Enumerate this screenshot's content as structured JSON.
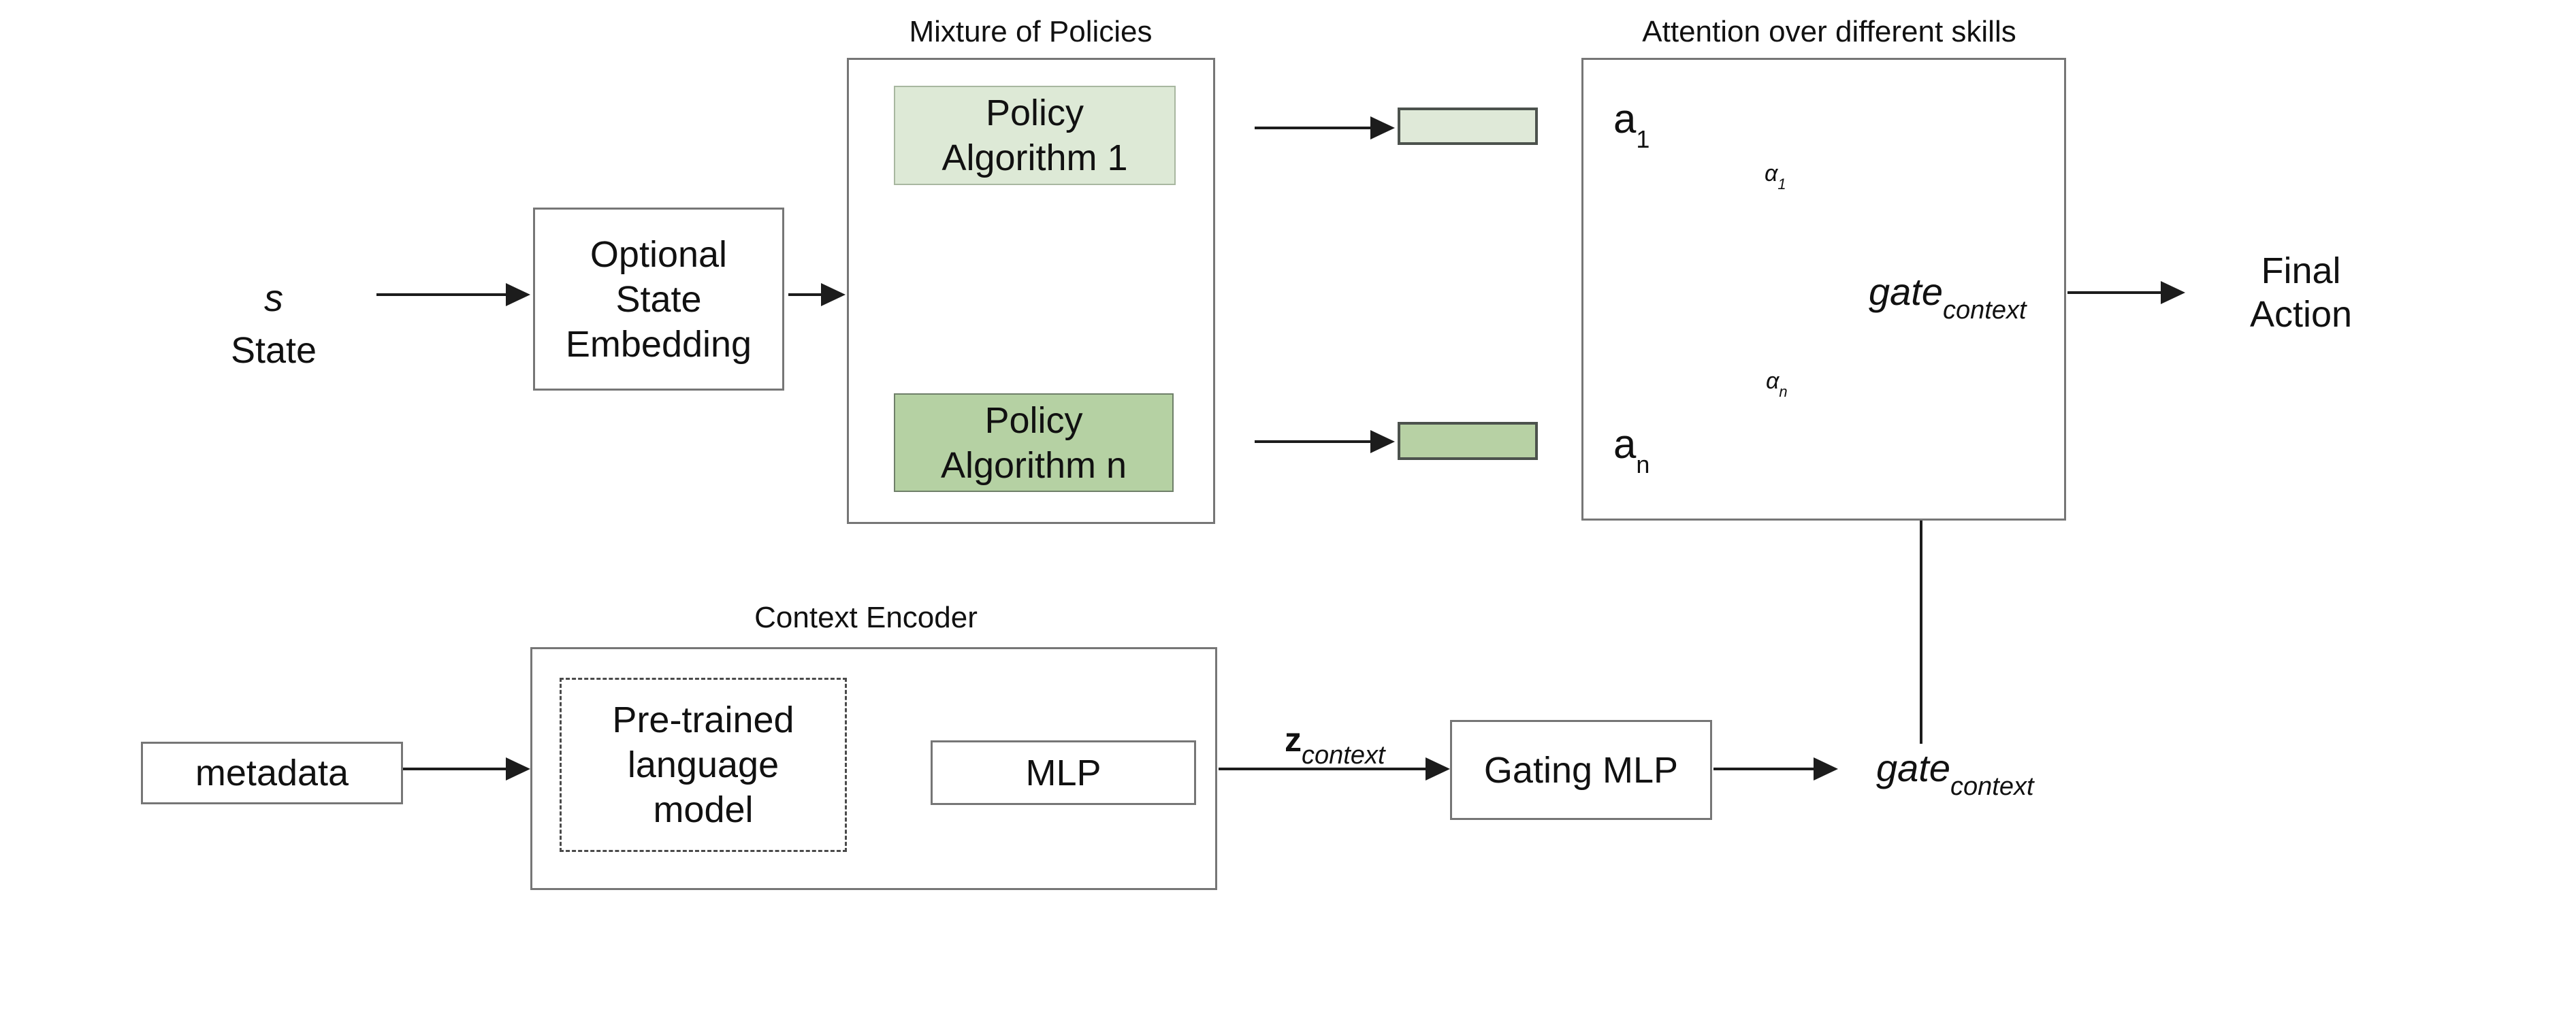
{
  "titles": {
    "mixture": "Mixture of Policies",
    "attention": "Attention over different skills",
    "context_encoder": "Context Encoder"
  },
  "nodes": {
    "state_symbol": "s",
    "state_label": "State",
    "optional_state_embedding": "Optional\nState\nEmbedding",
    "policy_algorithm_1": "Policy\nAlgorithm 1",
    "policy_algorithm_n": "Policy\nAlgorithm n",
    "metadata": "metadata",
    "pretrained_lm": "Pre-trained\nlanguage\nmodel",
    "mlp": "MLP",
    "gating_mlp": "Gating MLP",
    "final_action": "Final\nAction"
  },
  "math": {
    "a1": {
      "base": "a",
      "sub": "1"
    },
    "an": {
      "base": "a",
      "sub": "n"
    },
    "alpha1": {
      "base": "α",
      "sub": "1"
    },
    "alphan": {
      "base": "α",
      "sub": "n"
    },
    "gate_attention": {
      "base": "gate",
      "sub": "context"
    },
    "gate_output": {
      "base": "gate",
      "sub": "context"
    },
    "z_context": {
      "base": "z",
      "sub": "context"
    }
  },
  "colors": {
    "policy1_fill": "#dde9d6",
    "policy1_border": "#a8b7a0",
    "policyn_fill": "#b5d1a3",
    "policyn_border": "#6f7f69",
    "vector1_fill": "#dfe9d8",
    "vector2_fill": "#b7d1a4",
    "vector_border": "#4c524d",
    "outer_box_border": "#767676",
    "line_color": "#1c1c1c"
  }
}
